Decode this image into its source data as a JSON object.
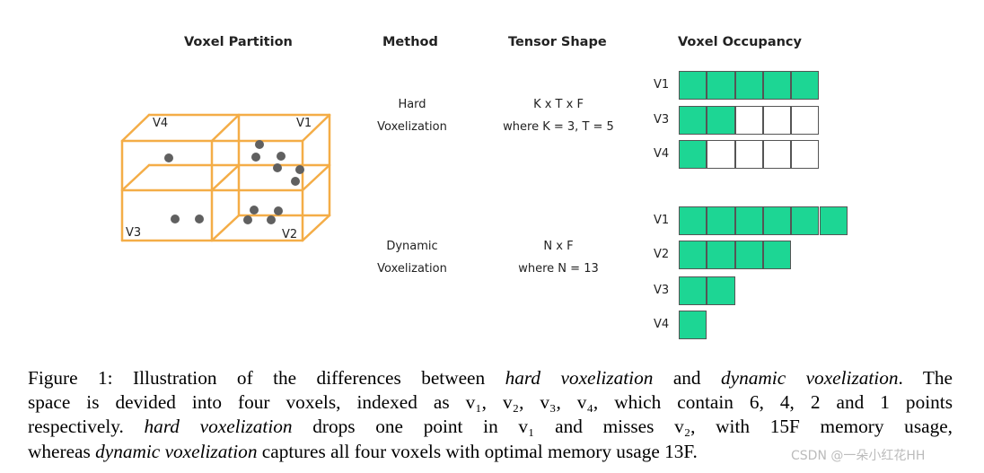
{
  "headers": {
    "partition": "Voxel Partition",
    "method": "Method",
    "shape": "Tensor Shape",
    "occupancy": "Voxel Occupancy"
  },
  "cube_labels": {
    "v4": "V4",
    "v1": "V1",
    "v3": "V3",
    "v2": "V2"
  },
  "hard": {
    "method_line1": "Hard",
    "method_line2": "Voxelization",
    "shape_line1": "K x T x F",
    "shape_line2": "where K = 3, T = 5",
    "rows": [
      {
        "label": "V1",
        "filled": 5,
        "total": 5
      },
      {
        "label": "V3",
        "filled": 2,
        "total": 5
      },
      {
        "label": "V4",
        "filled": 1,
        "total": 5
      }
    ]
  },
  "dynamic": {
    "method_line1": "Dynamic",
    "method_line2": "Voxelization",
    "shape_line1": "N x F",
    "shape_line2": "where N = 13",
    "rows": [
      {
        "label": "V1",
        "filled": 6
      },
      {
        "label": "V2",
        "filled": 4
      },
      {
        "label": "V3",
        "filled": 2
      },
      {
        "label": "V4",
        "filled": 1
      }
    ]
  },
  "colors": {
    "cube": "#f4ad47",
    "point": "#606060",
    "fill": "#1dd694",
    "cell_border": "#555555"
  },
  "caption": {
    "l1a": "Figure 1: Illustration of the differences between ",
    "l1b": "hard voxelization",
    "l1c": " and ",
    "l1d": "dynamic voxelization",
    "l1e": ". The",
    "l2": "space is devided into four voxels, indexed as v₁, v₂, v₃, v₄, which contain 6, 4, 2 and 1 points",
    "l3a": "respectively. ",
    "l3b": "hard voxelization",
    "l3c": " drops one point in v₁ and misses v₂, with 15F memory usage,",
    "l4a": "whereas ",
    "l4b": "dynamic voxelization",
    "l4c": " captures all four voxels with optimal memory usage 13F."
  },
  "watermark": "CSDN @一朵小红花HH"
}
